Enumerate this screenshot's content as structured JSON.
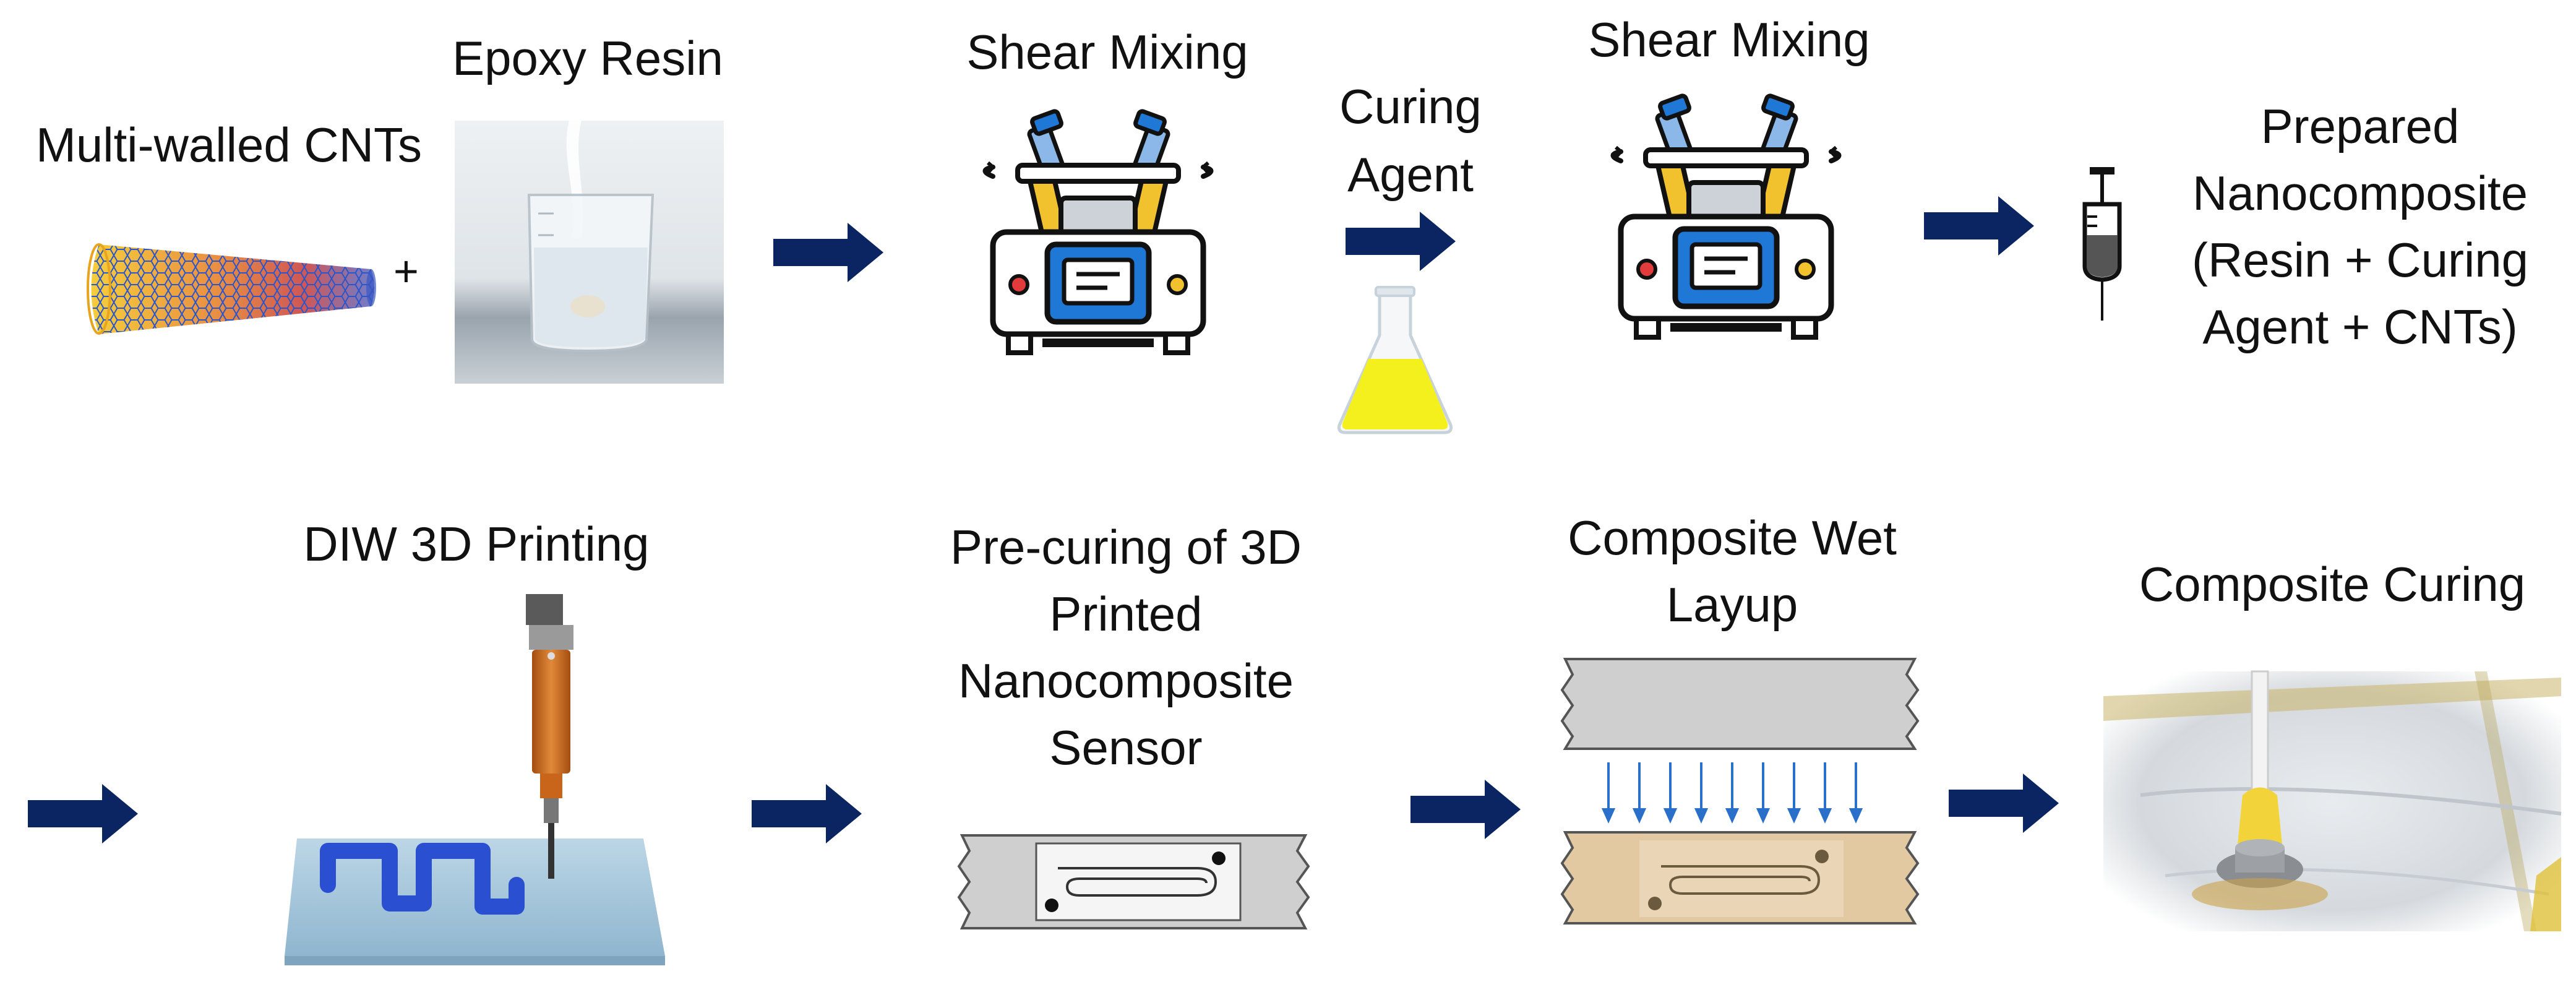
{
  "palette": {
    "arrow": "#0b2563",
    "mixer_blue": "#1f77d6",
    "mixer_yellow": "#f2c12e",
    "flask_yellow": "#f4f01e",
    "nozzle_orange": "#c9651a",
    "trace_blue": "#2a4fd0",
    "laminate_gray": "#cfcfcf",
    "laminate_wood": "#e3c9a1"
  },
  "steps": {
    "cnts": {
      "label": "Multi-walled CNTs",
      "icon": "carbon-nanotube"
    },
    "plus": "+",
    "epoxy": {
      "label": "Epoxy Resin",
      "icon": "resin-beaker-photo"
    },
    "shear1": {
      "label": "Shear Mixing",
      "icon": "shear-mixer"
    },
    "curing_agent": {
      "line1": "Curing",
      "line2": "Agent",
      "icon": "flask"
    },
    "shear2": {
      "label": "Shear Mixing",
      "icon": "shear-mixer"
    },
    "prepared": {
      "line1": "Prepared",
      "line2": "Nanocomposite",
      "line3": "(Resin + Curing",
      "line4": "Agent + CNTs)",
      "icon": "syringe"
    },
    "diw": {
      "label": "DIW 3D Printing",
      "icon": "diw-printer"
    },
    "precure": {
      "line1": "Pre-curing of 3D",
      "line2": "Printed",
      "line3": "Nanocomposite",
      "line4": "Sensor",
      "icon": "sensor-strip"
    },
    "layup": {
      "line1": "Composite Wet",
      "line2": "Layup",
      "icon": "wet-layup"
    },
    "curing": {
      "label": "Composite Curing",
      "icon": "curing-photo"
    }
  },
  "arrows": [
    "epoxy-to-shear-mixing",
    "curing-agent-into-mix",
    "shear-mixing-to-prepared",
    "row-continuation",
    "printing-to-precure",
    "precure-to-layup",
    "layup-to-curing"
  ]
}
